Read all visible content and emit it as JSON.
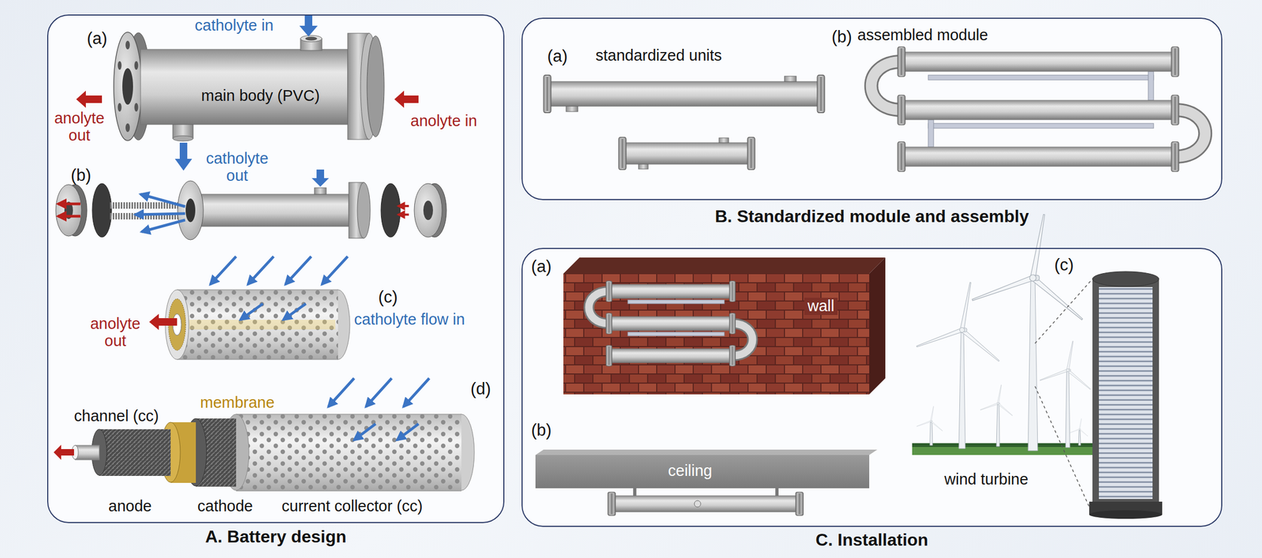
{
  "diagram": {
    "nodes": [
      {
        "text": [
          "A. Battery design"
        ]
      },
      {
        "text": [
          "B. Standardized module and assembly"
        ]
      },
      {
        "text": [
          "C. Installation"
        ]
      }
    ],
    "labels": [
      "(a)",
      "catholyte in",
      "main body (PVC)",
      "anolyte out",
      "anolyte in",
      "catholyte out",
      "(b)",
      "(c)",
      "catholyte flow in",
      "anolyte out",
      "(d)",
      "membrane",
      "channel (cc)",
      "anode",
      "cathode",
      "current collector (cc)",
      "(a)",
      "standardized units",
      "(b)",
      "assembled module",
      "(a)",
      "wall",
      "(b)",
      "ceiling",
      "(c)",
      "wind turbine"
    ]
  }
}
